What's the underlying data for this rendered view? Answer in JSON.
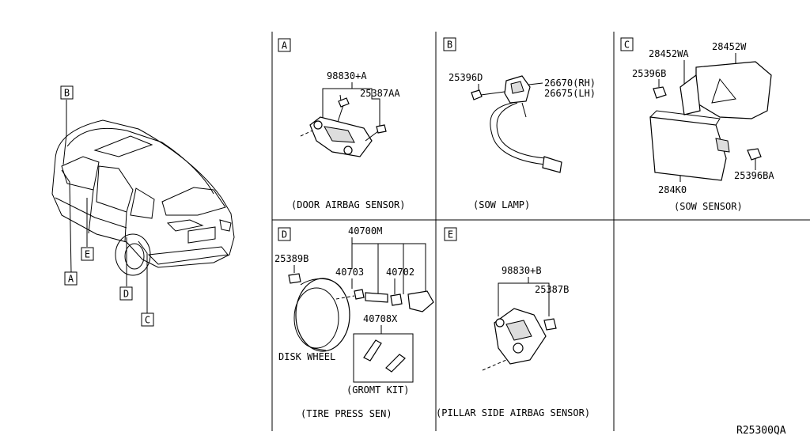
{
  "car_callouts": [
    "B",
    "E",
    "A",
    "D",
    "C"
  ],
  "panels": {
    "A": {
      "letter": "A",
      "caption": "(DOOR AIRBAG SENSOR)",
      "parts": [
        "98830+A",
        "25387AA"
      ]
    },
    "B": {
      "letter": "B",
      "caption": "(SOW LAMP)",
      "parts": [
        "25396D",
        "26670(RH)",
        "26675(LH)"
      ]
    },
    "C": {
      "letter": "C",
      "caption": "(SOW SENSOR)",
      "parts": [
        "28452WA",
        "28452W",
        "25396B",
        "284K0",
        "25396BA"
      ]
    },
    "D": {
      "letter": "D",
      "caption": "(TIRE PRESS SEN)",
      "parts": [
        "40700M",
        "25389B",
        "40703",
        "40702",
        "40708X",
        "DISK WHEEL",
        "(GROMT KIT)"
      ]
    },
    "E": {
      "letter": "E",
      "caption": "(PILLAR SIDE AIRBAG SENSOR)",
      "parts": [
        "98830+B",
        "25387B"
      ]
    }
  },
  "diagram_code": "R25300QA"
}
